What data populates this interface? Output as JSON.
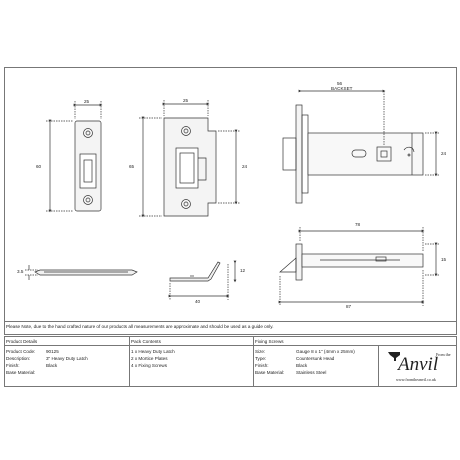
{
  "drawing": {
    "dims": {
      "latch_width_top": "25",
      "latch_height": "60",
      "plate_width_top": "25",
      "plate_height": "65",
      "plate_side": "24",
      "body_backset": "56",
      "backset_label": "BACKSET",
      "body_height": "24",
      "profile_thickness": "3.5",
      "plate_profile_height": "12",
      "plate_profile_width": "40",
      "side_length": "78",
      "side_height": "15",
      "overall_length": "87"
    }
  },
  "notice": "Please Note, due to the hand crafted nature of our products all measurements are approximate and should be used as a guide only.",
  "table": {
    "product": {
      "header": "Product Details",
      "rows": [
        {
          "key": "Product Code:",
          "value": "90125"
        },
        {
          "key": "Description:",
          "value": "3\" Heavy Duty Latch"
        },
        {
          "key": "Finish:",
          "value": "Black"
        },
        {
          "key": "Base Material:",
          "value": ""
        }
      ]
    },
    "pack": {
      "header": "Pack Contents",
      "rows": [
        "1 x Heavy Duty Latch",
        "2 x Mortice Plates",
        "4 x Fixing Screws"
      ]
    },
    "fixing": {
      "header": "Fixing Screws",
      "rows": [
        {
          "key": "Size:",
          "value": "Gauge 8 x 1\" (4mm x 25mm)"
        },
        {
          "key": "Type:",
          "value": "Countersunk Head"
        },
        {
          "key": "Finish:",
          "value": "Black"
        },
        {
          "key": "Base Material:",
          "value": "Stainless Steel"
        }
      ]
    }
  },
  "brand": {
    "from_the": "From the",
    "name": "Anvil",
    "url": "www.fromtheanvil.co.uk"
  }
}
